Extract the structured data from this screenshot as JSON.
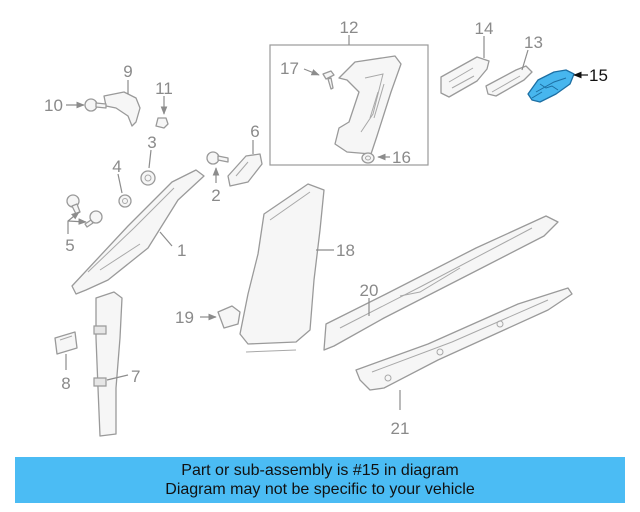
{
  "callouts": {
    "c1": "1",
    "c2": "2",
    "c3": "3",
    "c4": "4",
    "c5": "5",
    "c6": "6",
    "c7": "7",
    "c8": "8",
    "c9": "9",
    "c10": "10",
    "c11": "11",
    "c12": "12",
    "c13": "13",
    "c14": "14",
    "c15": "15",
    "c16": "16",
    "c17": "17",
    "c18": "18",
    "c19": "19",
    "c20": "20",
    "c21": "21"
  },
  "highlight_color": "#47b6ee",
  "banner": {
    "background": "#4bbcf4",
    "line1": "Part or sub-assembly is #15 in diagram",
    "line2": "Diagram may not be specific to your vehicle"
  }
}
